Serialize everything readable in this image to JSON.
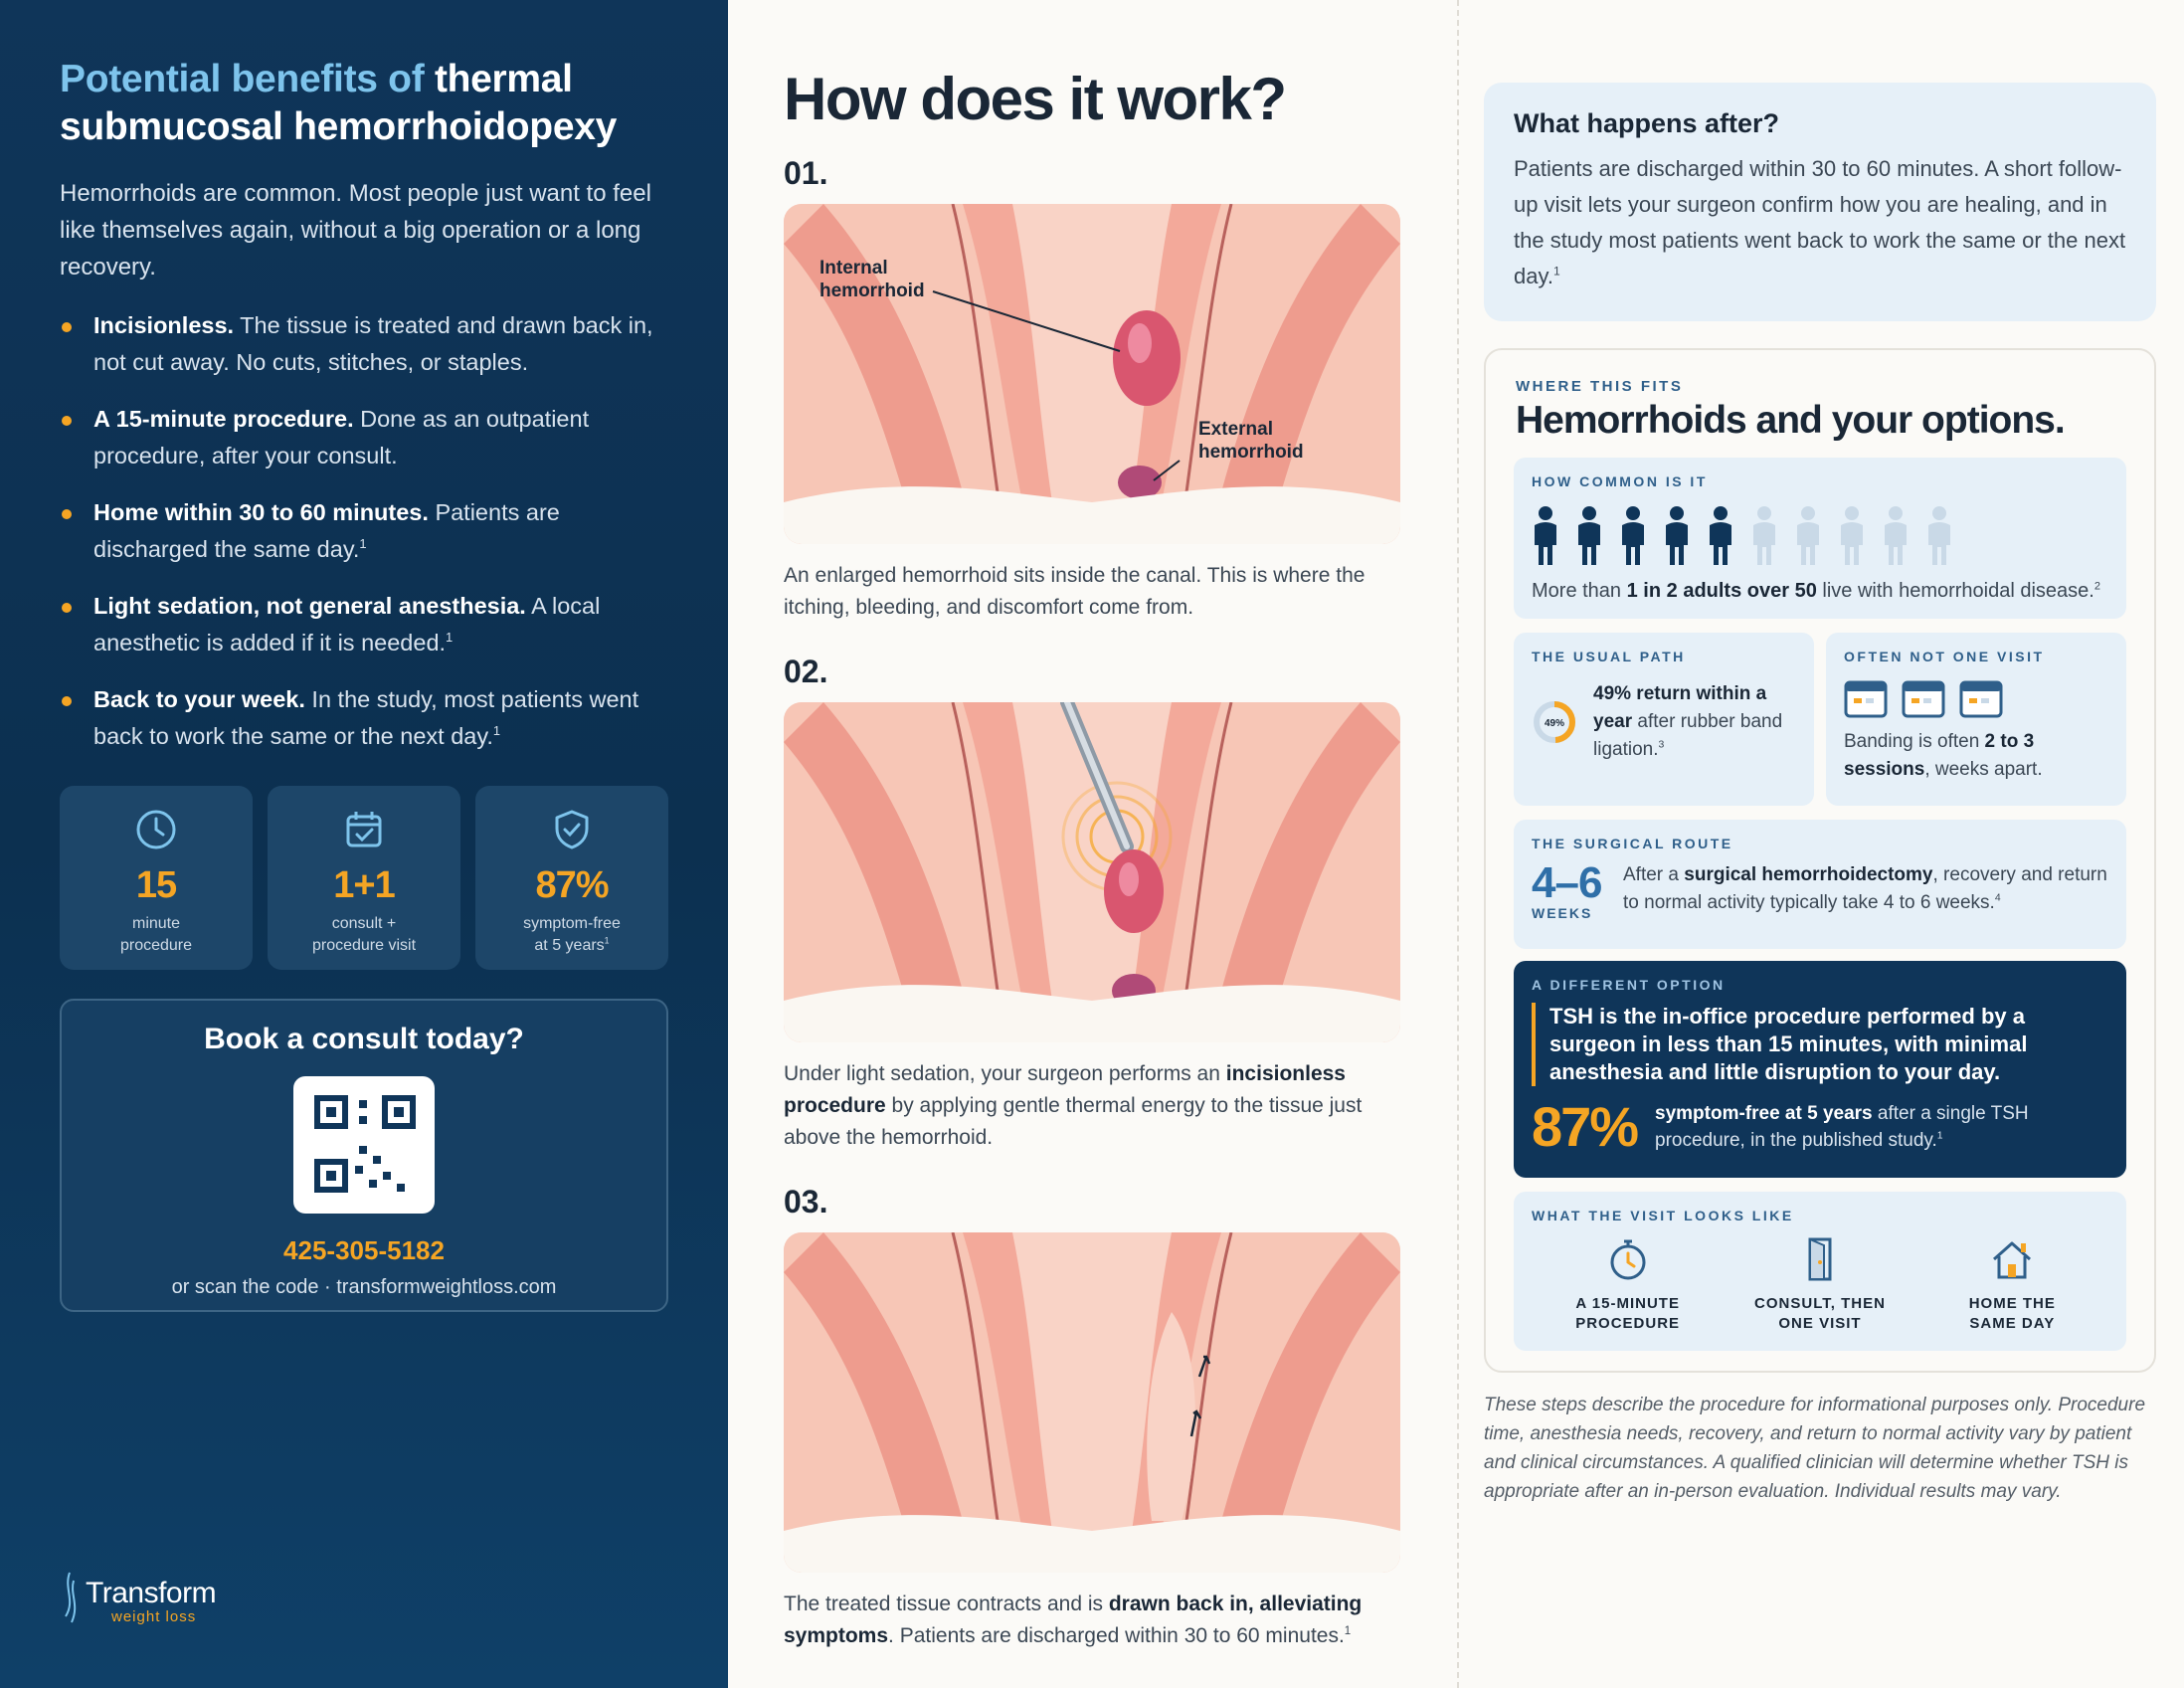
{
  "left": {
    "title_accent": "Potential benefits of",
    "title_rest": "thermal submucosal hemorrhoidopexy",
    "intro": "Hemorrhoids are common. Most people just want to feel like themselves again, without a big operation or a long recovery.",
    "benefits": [
      {
        "bold": "Incisionless.",
        "text": "The tissue is treated and drawn back in, not cut away. No cuts, stitches, or staples.",
        "sup": ""
      },
      {
        "bold": "A 15-minute procedure.",
        "text": "Done as an outpatient procedure, after your consult.",
        "sup": ""
      },
      {
        "bold": "Home within 30 to 60 minutes.",
        "text": "Patients are discharged the same day.",
        "sup": "1"
      },
      {
        "bold": "Light sedation, not general anesthesia.",
        "text": "A local anesthetic is added if it is needed.",
        "sup": "1"
      },
      {
        "bold": "Back to your week.",
        "text": "In the study, most patients went back to work the same or the next day.",
        "sup": "1"
      }
    ],
    "stats": [
      {
        "icon": "clock-icon",
        "value": "15",
        "label1": "minute",
        "label2": "procedure",
        "sup": ""
      },
      {
        "icon": "calendar-check-icon",
        "value": "1+1",
        "label1": "consult +",
        "label2": "procedure visit",
        "sup": ""
      },
      {
        "icon": "shield-check-icon",
        "value": "87%",
        "label1": "symptom-free",
        "label2": "at 5 years",
        "sup": "1"
      }
    ],
    "book": {
      "title": "Book a consult today?",
      "phone": "425-305-5182",
      "scan": "or scan the code · transformweightloss.com"
    },
    "logo": {
      "name": "Transform",
      "tagline": "weight loss"
    }
  },
  "mid": {
    "title": "How does it work?",
    "steps": [
      {
        "num": "01.",
        "label_internal": "Internal hemorrhoid",
        "label_external": "External hemorrhoid",
        "caption": "An enlarged hemorrhoid sits inside the canal. This is where the itching, bleeding, and discomfort come from."
      },
      {
        "num": "02.",
        "cap_a": "Under light sedation, your surgeon performs an",
        "cap_b": "incisionless procedure",
        "cap_c": "by applying gentle thermal energy to the tissue just above the hemorrhoid."
      },
      {
        "num": "03.",
        "cap_a": "The treated tissue contracts and is",
        "cap_b": "drawn back in, alleviating symptoms",
        "cap_c": ". Patients are discharged within 30 to 60 minutes.",
        "sup": "1"
      }
    ]
  },
  "right": {
    "after": {
      "title": "What happens after?",
      "text": "Patients are discharged within 30 to 60 minutes. A short follow-up visit lets your surgeon confirm how you are healing, and in the study most patients went back to work the same or the next day.",
      "sup": "1"
    },
    "options": {
      "eyebrow": "WHERE THIS FITS",
      "title": "Hemorrhoids and your options.",
      "common": {
        "eyebrow": "HOW COMMON IS IT",
        "filled": 5,
        "total": 10,
        "t1": "More than",
        "bold": "1 in 2 adults over 50",
        "t2": "live with hemorrhoidal disease.",
        "sup": "2"
      },
      "usual": {
        "eyebrow": "THE USUAL PATH",
        "ring": "49%",
        "ring_value": 49,
        "bold": "49% return within a year",
        "text": "after rubber band ligation.",
        "sup": "3"
      },
      "visits": {
        "eyebrow": "OFTEN NOT ONE VISIT",
        "t1": "Banding is often",
        "bold": "2 to 3 sessions",
        "t2": ", weeks apart."
      },
      "surgical": {
        "eyebrow": "THE SURGICAL ROUTE",
        "big": "4–6",
        "unit": "WEEKS",
        "t1": "After a",
        "bold": "surgical hemorrhoidectomy",
        "t2": ", recovery and return to normal activity typically take 4 to 6 weeks.",
        "sup": "4"
      },
      "different": {
        "eyebrow": "A DIFFERENT OPTION",
        "lead": "TSH is the in-office procedure performed by a surgeon in less than 15 minutes, with minimal anesthesia and little disruption to your day.",
        "big": "87%",
        "bold": "symptom-free at 5 years",
        "text": "after a single TSH procedure, in the published study.",
        "sup": "1"
      },
      "visit": {
        "eyebrow": "WHAT THE VISIT LOOKS LIKE",
        "items": [
          {
            "icon": "stopwatch-icon",
            "l1": "A 15-MINUTE",
            "l2": "PROCEDURE"
          },
          {
            "icon": "door-icon",
            "l1": "CONSULT, THEN",
            "l2": "ONE VISIT"
          },
          {
            "icon": "home-icon",
            "l1": "HOME THE",
            "l2": "SAME DAY"
          }
        ]
      }
    },
    "disclaimer": "These steps describe the procedure for informational purposes only. Procedure time, anesthesia needs, recovery, and return to normal activity vary by patient and clinical circumstances. A qualified clinician will determine whether TSH is appropriate after an in-person evaluation. Individual results may vary."
  },
  "colors": {
    "navy": "#0f3559",
    "accent": "#f5a524",
    "light_blue": "#7ec4ec",
    "card_blue": "#e6f0f8"
  }
}
